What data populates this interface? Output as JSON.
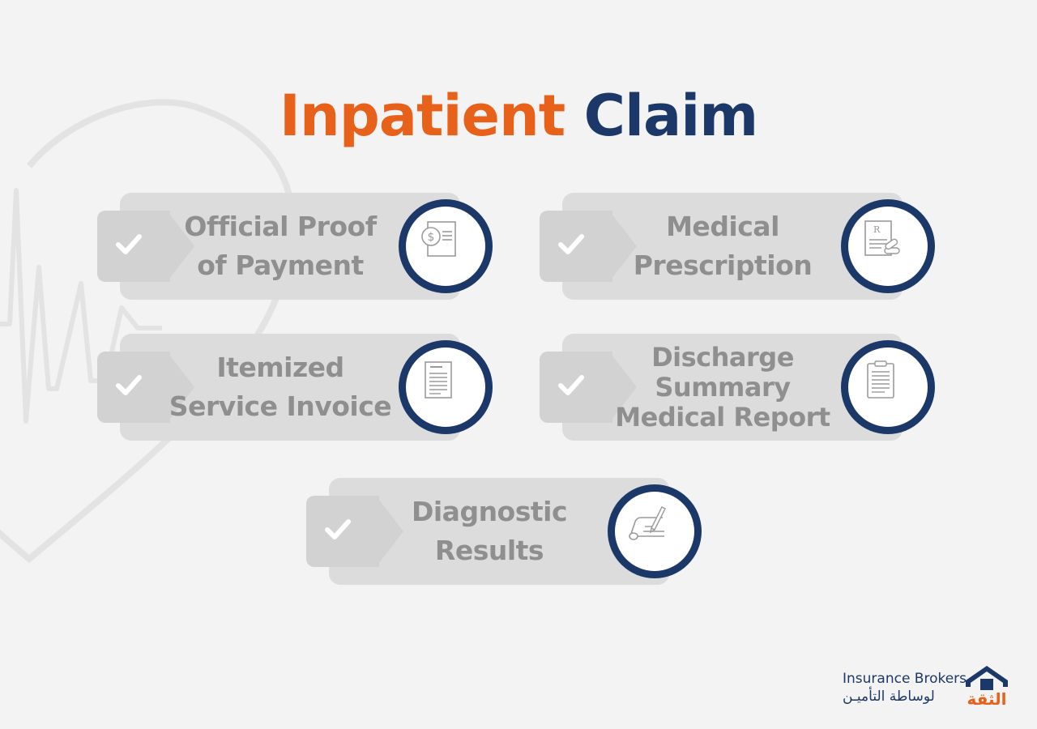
{
  "title": {
    "part1": "Inpatient",
    "part2": "Claim"
  },
  "colors": {
    "accent_orange": "#e8611a",
    "accent_navy": "#1c3868",
    "label_gray": "#8f8f8f"
  },
  "cards": [
    {
      "label": "Official Proof of Payment",
      "icon": "payment-document-icon"
    },
    {
      "label": "Medical Prescription",
      "icon": "prescription-icon"
    },
    {
      "label": "Itemized Service Invoice",
      "icon": "invoice-icon"
    },
    {
      "label": "Discharge Summary Medical Report",
      "icon": "clipboard-report-icon"
    },
    {
      "label": "Diagnostic Results",
      "icon": "signed-scroll-icon"
    }
  ],
  "brand": {
    "name_en": "Insurance Brokers",
    "name_ar": "لوساطة التأميـن",
    "logo_text": "الثقة"
  }
}
